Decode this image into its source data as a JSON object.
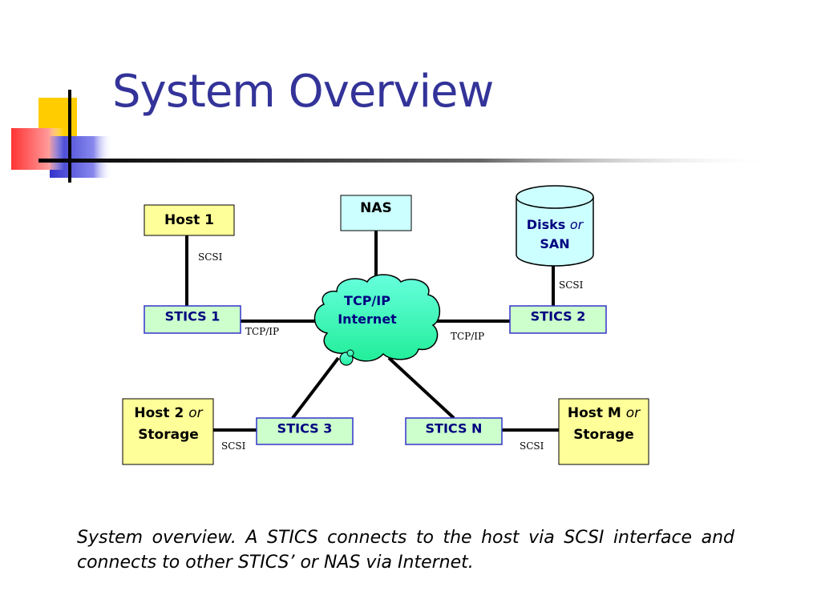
{
  "slide": {
    "title": "System Overview",
    "caption": "System overview. A STICS connects to the host via SCSI interface and connects to other STICS’ or NAS via Internet."
  },
  "diagram": {
    "host1": "Host 1",
    "nas": "NAS",
    "disks": {
      "main": "Disks",
      "or": "or",
      "line2": "SAN"
    },
    "cloud": {
      "line1": "TCP/IP",
      "line2": "Internet"
    },
    "stics1": "STICS 1",
    "stics2": "STICS 2",
    "stics3": "STICS 3",
    "sticsN": "STICS N",
    "host2": {
      "main": "Host 2",
      "or": "or",
      "line2": "Storage"
    },
    "hostM": {
      "main": "Host M",
      "or": "or",
      "line2": "Storage"
    },
    "link_labels": {
      "scsi_host1": "SCSI",
      "scsi_disks": "SCSI",
      "tcpip_left": "TCP/IP",
      "tcpip_right": "TCP/IP",
      "scsi_host2": "SCSI",
      "scsi_hostM": "SCSI"
    }
  },
  "colors": {
    "title": "#333399",
    "host_fill": "#FFFF99",
    "stics_fill": "#CCFFCC",
    "nas_fill": "#CCFFFF",
    "cloud_fill": "#33FFCC",
    "stics_text": "#000080"
  }
}
